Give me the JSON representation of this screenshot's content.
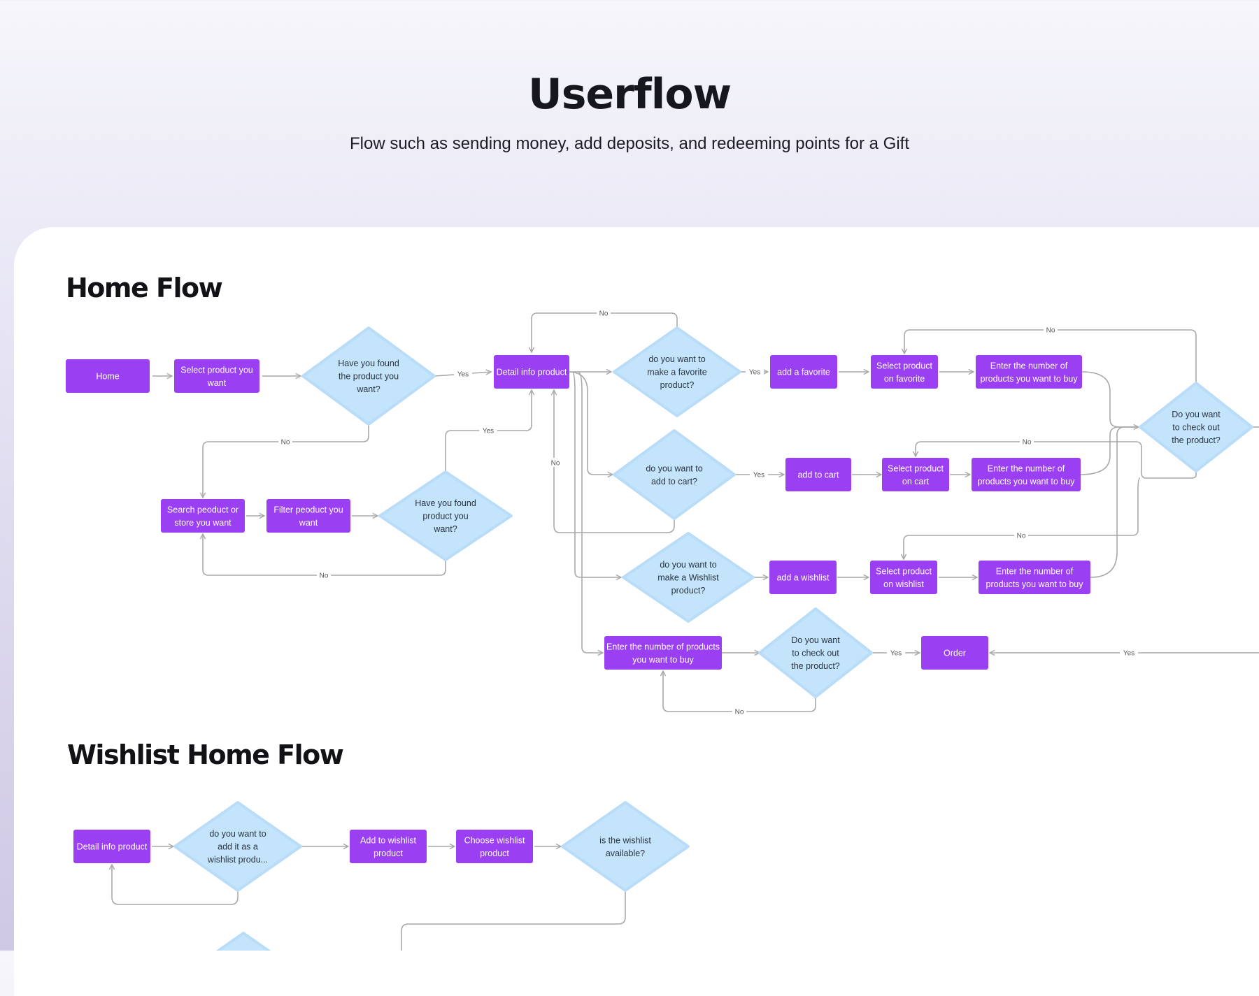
{
  "header": {
    "title": "Userflow",
    "subtitle": "Flow such as sending money, add deposits, and redeeming points for a Gift"
  },
  "sections": {
    "home": "Home Flow",
    "wishlist": "Wishlist Home Flow"
  },
  "colors": {
    "process": "#9b3ff2",
    "decision": "#c4e4fc",
    "connector": "#a9a9a9",
    "card": "#ffffff"
  },
  "nodes": [
    {
      "id": "home",
      "type": "process",
      "lines": [
        "Home"
      ]
    },
    {
      "id": "select-product",
      "type": "process",
      "lines": [
        "Select product you",
        "want"
      ]
    },
    {
      "id": "found-product",
      "type": "decision",
      "lines": [
        "Have you found",
        "the product you",
        "want?"
      ]
    },
    {
      "id": "detail-info",
      "type": "process",
      "lines": [
        "Detail info product"
      ]
    },
    {
      "id": "make-favorite",
      "type": "decision",
      "lines": [
        "do you want to",
        "make a favorite",
        "product?"
      ]
    },
    {
      "id": "add-favorite",
      "type": "process",
      "lines": [
        "add a favorite"
      ]
    },
    {
      "id": "select-on-favorite",
      "type": "process",
      "lines": [
        "Select product",
        "on favorite"
      ]
    },
    {
      "id": "enter-number-favorite",
      "type": "process",
      "lines": [
        "Enter the number of",
        "products you want to buy"
      ]
    },
    {
      "id": "checkout-right",
      "type": "decision",
      "lines": [
        "Do you want",
        "to check out",
        "the product?"
      ]
    },
    {
      "id": "search-product",
      "type": "process",
      "lines": [
        "Search peoduct or",
        "store you want"
      ]
    },
    {
      "id": "filter-product",
      "type": "process",
      "lines": [
        "Filter peoduct you",
        "want"
      ]
    },
    {
      "id": "found-product-2",
      "type": "decision",
      "lines": [
        "Have you found",
        "product you",
        "want?"
      ]
    },
    {
      "id": "add-to-cart-q",
      "type": "decision",
      "lines": [
        "do you want to",
        "add to cart?"
      ]
    },
    {
      "id": "add-to-cart",
      "type": "process",
      "lines": [
        "add to cart"
      ]
    },
    {
      "id": "select-on-cart",
      "type": "process",
      "lines": [
        "Select product",
        "on cart"
      ]
    },
    {
      "id": "enter-number-cart",
      "type": "process",
      "lines": [
        "Enter the number of",
        "products you want to buy"
      ]
    },
    {
      "id": "wishlist-q",
      "type": "decision",
      "lines": [
        "do you want to",
        "make a Wishlist",
        "product?"
      ]
    },
    {
      "id": "add-wishlist",
      "type": "process",
      "lines": [
        "add a wishlist"
      ]
    },
    {
      "id": "select-on-wishlist",
      "type": "process",
      "lines": [
        "Select product",
        "on wishlist"
      ]
    },
    {
      "id": "enter-number-wishlist",
      "type": "process",
      "lines": [
        "Enter the number of",
        "products you want to buy"
      ]
    },
    {
      "id": "enter-number-direct",
      "type": "process",
      "lines": [
        "Enter the number of products",
        "you want to buy"
      ]
    },
    {
      "id": "checkout-bottom",
      "type": "decision",
      "lines": [
        "Do you want",
        "to check out",
        "the product?"
      ]
    },
    {
      "id": "order",
      "type": "process",
      "lines": [
        "Order"
      ]
    },
    {
      "id": "w-detail-info",
      "type": "process",
      "lines": [
        "Detail info product"
      ]
    },
    {
      "id": "w-add-wishlist-q",
      "type": "decision",
      "lines": [
        "do you want to",
        "add it as a",
        "wishlist produ..."
      ]
    },
    {
      "id": "w-add-to-wishlist",
      "type": "process",
      "lines": [
        "Add to wishlist",
        "product"
      ]
    },
    {
      "id": "w-choose-wishlist",
      "type": "process",
      "lines": [
        "Choose wishlist",
        "product"
      ]
    },
    {
      "id": "w-available-q",
      "type": "decision",
      "lines": [
        "is the wishlist",
        "available?"
      ]
    },
    {
      "id": "w-next-decision",
      "type": "decision",
      "lines": []
    }
  ],
  "edge_labels": {
    "yes": "Yes",
    "no": "No"
  }
}
